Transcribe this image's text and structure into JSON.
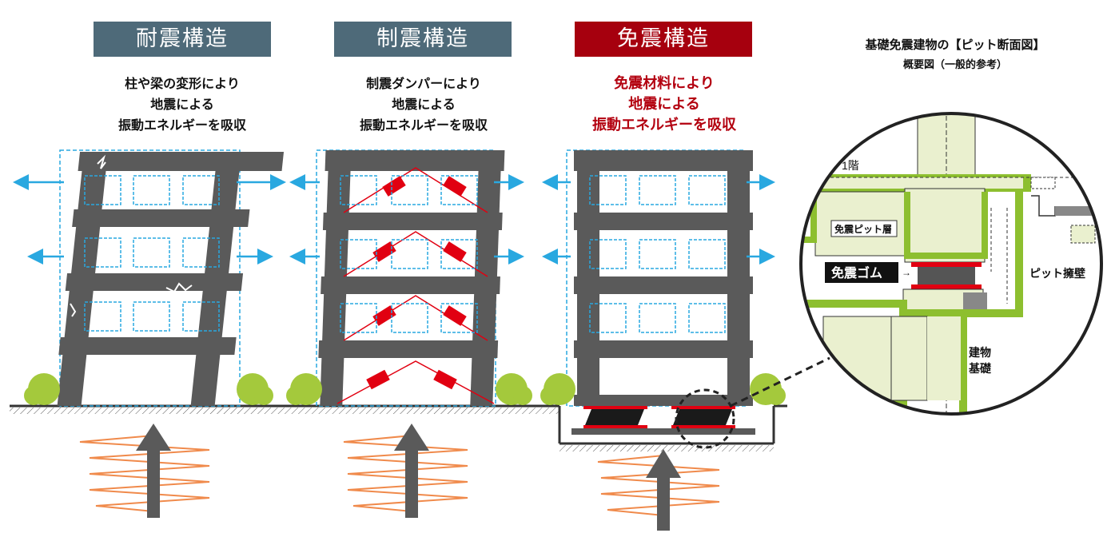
{
  "structures": [
    {
      "title": "耐震構造",
      "caption": [
        "柱や梁の変形により",
        "地震による",
        "振動エネルギーを吸収"
      ]
    },
    {
      "title": "制震構造",
      "caption": [
        "制震ダンパーにより",
        "地震による",
        "振動エネルギーを吸収"
      ]
    },
    {
      "title": "免震構造",
      "caption": [
        "免震材料により",
        "地震による",
        "振動エネルギーを吸収"
      ]
    }
  ],
  "detail": {
    "title": "基礎免震建物の【ピット断面図】",
    "subtitle": "概要図（一般的参考）",
    "labels": {
      "floor1": "1階",
      "pit_layer": "免震ピット層",
      "rubber": "免震ゴム",
      "pit_wall": "ピット擁壁",
      "foundation_line1": "建物",
      "foundation_line2": "基礎"
    }
  },
  "colors": {
    "frame": "#5a5a5a",
    "window_dash": "#29a8e0",
    "arrow_blue": "#29a8e0",
    "red_accent": "#e10011",
    "title_gray": "#4e6a79",
    "title_red": "#a6000e",
    "bush": "#a4c93c",
    "wave": "#f08a4b",
    "detail_green": "#8dbf2f",
    "detail_fill": "#eaf0cf"
  }
}
